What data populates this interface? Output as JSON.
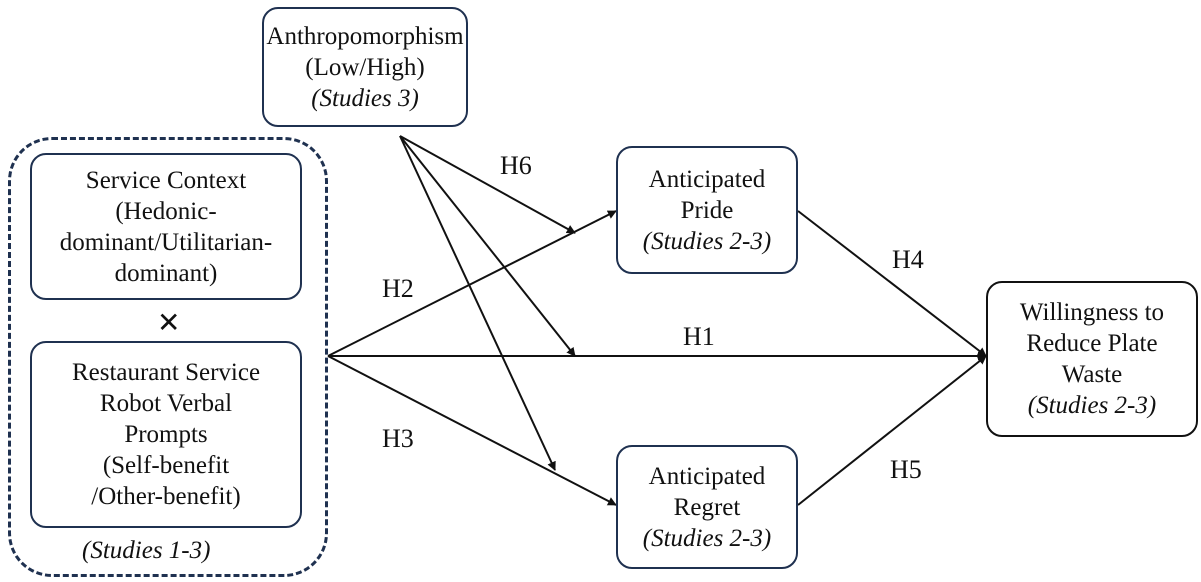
{
  "moderator": {
    "line1": "Anthropomorphism",
    "line2": "(Low/High)",
    "study": "(Studies 3)"
  },
  "context": {
    "line1": "Service Context",
    "line2": "(Hedonic-",
    "line3": "dominant/Utilitarian-",
    "line4": "dominant)"
  },
  "interaction_symbol": "✕",
  "prompts": {
    "line1": "Restaurant Service",
    "line2": "Robot Verbal",
    "line3": "Prompts",
    "line4": "(Self-benefit",
    "line5": "/Other-benefit)"
  },
  "group_study": "(Studies 1-3)",
  "pride": {
    "line1": "Anticipated",
    "line2": "Pride",
    "study": "(Studies 2-3)"
  },
  "regret": {
    "line1": "Anticipated",
    "line2": "Regret",
    "study": "(Studies 2-3)"
  },
  "outcome": {
    "line1": "Willingness to",
    "line2": "Reduce Plate",
    "line3": "Waste",
    "study": "(Studies 2-3)"
  },
  "hypotheses": {
    "h1": "H1",
    "h2": "H2",
    "h3": "H3",
    "h4": "H4",
    "h5": "H5",
    "h6": "H6"
  }
}
